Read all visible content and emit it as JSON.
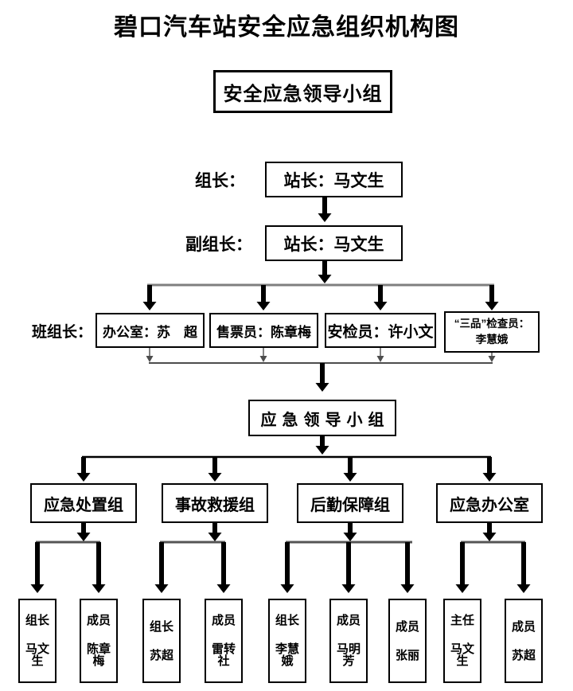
{
  "title": "碧口汽车站安全应急组织机构图",
  "top_box": {
    "label": "安全应急领导小组"
  },
  "leader_row": {
    "label": "组长：",
    "box": "站长：马文生"
  },
  "deputy_row": {
    "label": "副组长：",
    "box": "站长：马文生"
  },
  "team_row": {
    "label": "班组长：",
    "office": "办公室：苏　超",
    "ticket": "售票员：陈章梅",
    "security": "安检员：许小文",
    "inspector_line1": "“三品”检查员：",
    "inspector_line2": "李慧娥"
  },
  "middle_box": {
    "label": "应急领导小组"
  },
  "branches": [
    {
      "label": "应急处置组",
      "members": [
        {
          "role": "组长",
          "name": "马文生"
        },
        {
          "role": "成员",
          "name": "陈章梅"
        }
      ]
    },
    {
      "label": "事故救援组",
      "members": [
        {
          "role": "组长",
          "name": "苏超"
        },
        {
          "role": "成员",
          "name": "雷转社"
        }
      ]
    },
    {
      "label": "后勤保障组",
      "members": [
        {
          "role": "组长",
          "name": "李慧娥"
        },
        {
          "role": "成员",
          "name": "马明芳"
        },
        {
          "role": "成员",
          "name": "张丽"
        }
      ]
    },
    {
      "label": "应急办公室",
      "members": [
        {
          "role": "主任",
          "name": "马文生"
        },
        {
          "role": "成员",
          "name": "苏超"
        }
      ]
    }
  ],
  "colors": {
    "text": "#000000",
    "box_border": "#000000",
    "thick_arrow": "#000000",
    "gray_connector": "#7f7f7f",
    "thin_connector": "#4d4d4d",
    "elbow_connector": "#555555",
    "background": "#ffffff"
  }
}
